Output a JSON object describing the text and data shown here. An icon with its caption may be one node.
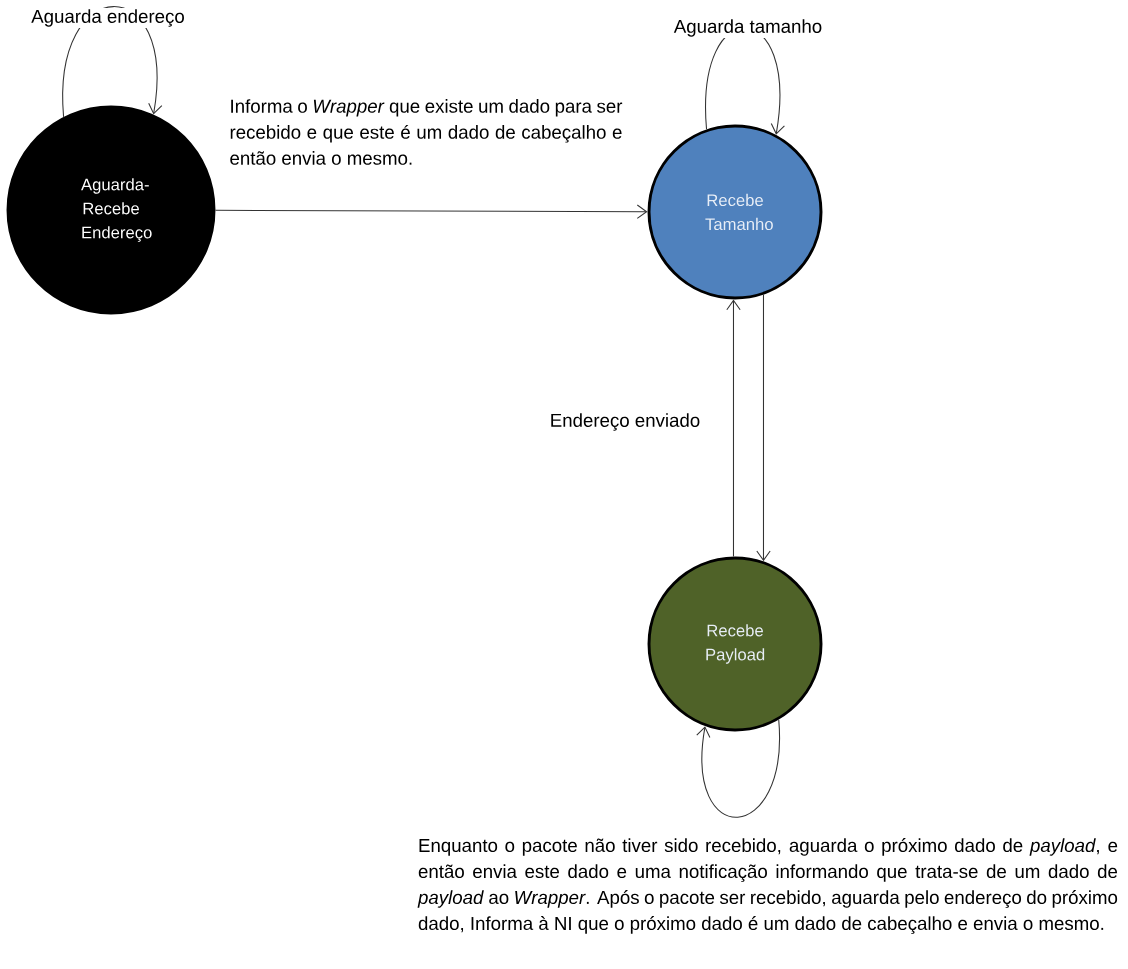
{
  "diagram": {
    "nodes": [
      {
        "text": [
          "Aguarda- Recebe Endereço"
        ]
      },
      {
        "text": [
          "Recebe Tamanho"
        ]
      },
      {
        "text": [
          "Recebe Payload"
        ]
      }
    ],
    "edges": [
      {
        "from": 0,
        "to": 0,
        "arrow": "to",
        "label": "Aguarda endereço"
      },
      {
        "from": 0,
        "to": 1,
        "arrow": "to",
        "label": "Informa o *Wrapper* que existe um dado para ser recebido e que este é um dado de cabeçalho e então envia o mesmo."
      },
      {
        "from": 1,
        "to": 1,
        "arrow": "to",
        "label": "Aguarda tamanho"
      },
      {
        "from": 2,
        "to": 1,
        "arrow": "to",
        "label": "Endereço enviado"
      },
      {
        "from": 1,
        "to": 2,
        "arrow": "to"
      },
      {
        "from": 2,
        "to": 2,
        "arrow": "to",
        "label": "Enquanto o pacote não tiver sido recebido, aguarda o próximo dado de *payload*, e então envia este dado e uma notificação informando que trata-se de um dado de *payload* ao *Wrapper*. Após o pacote ser recebido, aguarda pelo endereço do próximo dado, Informa à NI que o próximo dado é um dado de cabeçalho e envia o mesmo."
      }
    ]
  }
}
